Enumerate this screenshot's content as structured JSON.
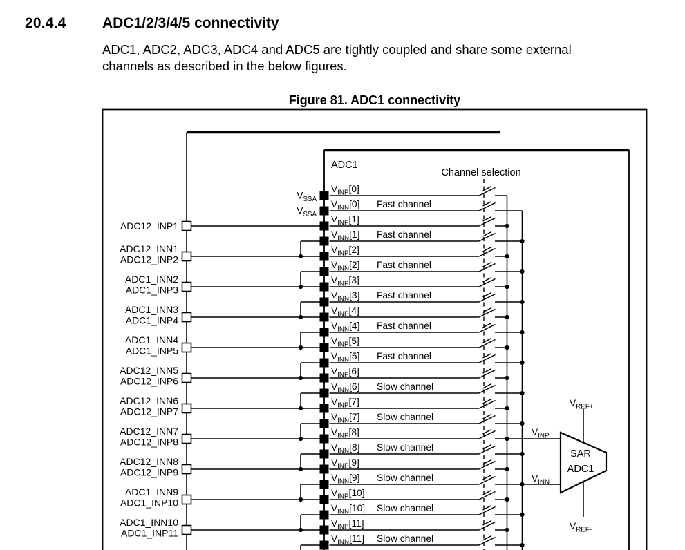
{
  "document": {
    "section_number": "20.4.4",
    "section_title": "ADC1/2/3/4/5 connectivity",
    "paragraph": "ADC1, ADC2, ADC3, ADC4 and ADC5 are tightly coupled and share some external channels as described in the below figures.",
    "figure_caption": "Figure 81. ADC1 connectivity"
  },
  "diagram": {
    "adc_box_label": "ADC1",
    "channel_selection_label": "Channel selection",
    "vssa": {
      "base": "V",
      "sub": "SSA"
    },
    "internal_inputs": {
      "base": "V",
      "inp_sub": "INP",
      "inn_sub": "INN"
    },
    "channels": [
      {
        "index": 0,
        "type_label": "Fast channel"
      },
      {
        "index": 1,
        "type_label": "Fast channel"
      },
      {
        "index": 2,
        "type_label": "Fast channel"
      },
      {
        "index": 3,
        "type_label": "Fast channel"
      },
      {
        "index": 4,
        "type_label": "Fast channel"
      },
      {
        "index": 5,
        "type_label": "Fast channel"
      },
      {
        "index": 6,
        "type_label": "Slow channel"
      },
      {
        "index": 7,
        "type_label": "Slow channel"
      },
      {
        "index": 8,
        "type_label": "Slow channel"
      },
      {
        "index": 9,
        "type_label": "Slow channel"
      },
      {
        "index": 10,
        "type_label": "Slow channel"
      },
      {
        "index": 11,
        "type_label": "Slow channel"
      }
    ],
    "external_pins": [
      {
        "line1": "ADC12_INP1",
        "line2": null
      },
      {
        "line1": "ADC12_INN1",
        "line2": "ADC12_INP2"
      },
      {
        "line1": "ADC1_INN2",
        "line2": "ADC1_INP3"
      },
      {
        "line1": "ADC1_INN3",
        "line2": "ADC1_INP4"
      },
      {
        "line1": "ADC1_INN4",
        "line2": "ADC1_INP5"
      },
      {
        "line1": "ADC12_INN5",
        "line2": "ADC12_INP6"
      },
      {
        "line1": "ADC12_INN6",
        "line2": "ADC12_INP7"
      },
      {
        "line1": "ADC12_INN7",
        "line2": "ADC12_INP8"
      },
      {
        "line1": "ADC12_INN8",
        "line2": "ADC12_INP9"
      },
      {
        "line1": "ADC1_INN9",
        "line2": "ADC1_INP10"
      },
      {
        "line1": "ADC1_INN10",
        "line2": "ADC1_INP11"
      }
    ],
    "sar_block": {
      "line1": "SAR",
      "line2": "ADC1"
    },
    "vref_plus": {
      "base": "V",
      "sub": "REF+"
    },
    "vref_minus": {
      "base": "V",
      "sub": "REF-"
    },
    "vinp_feed": {
      "base": "V",
      "sub": "INP"
    },
    "vinn_feed": {
      "base": "V",
      "sub": "INN"
    },
    "colors": {
      "ink": "#000000",
      "paper": "#ffffff"
    }
  }
}
